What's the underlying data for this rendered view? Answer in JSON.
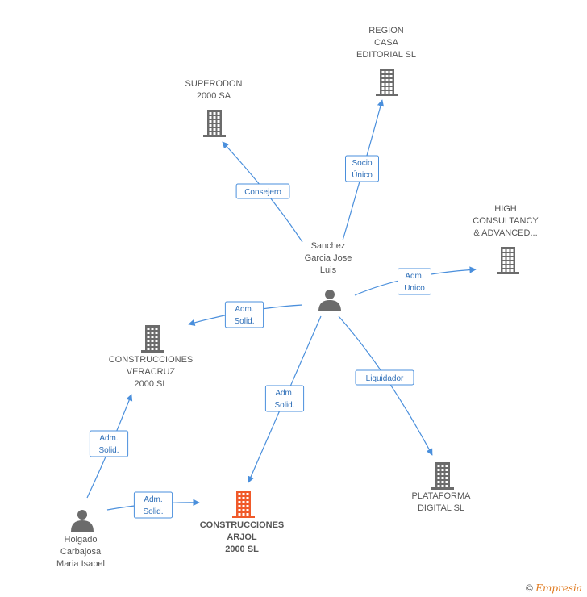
{
  "nodes": [
    {
      "id": "superodon",
      "kind": "company",
      "lines": [
        "SUPERODON",
        "2000 SA"
      ],
      "main": false
    },
    {
      "id": "region",
      "kind": "company",
      "lines": [
        "REGION",
        "CASA",
        "EDITORIAL SL"
      ],
      "main": false
    },
    {
      "id": "high",
      "kind": "company",
      "lines": [
        "HIGH",
        "CONSULTANCY",
        "& ADVANCED..."
      ],
      "main": false
    },
    {
      "id": "sanchez",
      "kind": "person",
      "lines": [
        "Sanchez",
        "Garcia Jose",
        "Luis"
      ],
      "main": false
    },
    {
      "id": "veracruz",
      "kind": "company",
      "lines": [
        "CONSTRUCCIONES",
        "VERACRUZ",
        "2000 SL"
      ],
      "main": false
    },
    {
      "id": "plataforma",
      "kind": "company",
      "lines": [
        "PLATAFORMA",
        "DIGITAL SL"
      ],
      "main": false
    },
    {
      "id": "arjol",
      "kind": "company",
      "lines": [
        "CONSTRUCCIONES",
        "ARJOL",
        "2000 SL"
      ],
      "main": true
    },
    {
      "id": "holgado",
      "kind": "person",
      "lines": [
        "Holgado",
        "Carbajosa",
        "Maria Isabel"
      ],
      "main": false
    }
  ],
  "edges": [
    {
      "from": "sanchez",
      "to": "superodon",
      "label": [
        "Consejero"
      ]
    },
    {
      "from": "sanchez",
      "to": "region",
      "label": [
        "Socio",
        "Único"
      ]
    },
    {
      "from": "sanchez",
      "to": "high",
      "label": [
        "Adm.",
        "Unico"
      ]
    },
    {
      "from": "sanchez",
      "to": "veracruz",
      "label": [
        "Adm.",
        "Solid."
      ]
    },
    {
      "from": "sanchez",
      "to": "arjol",
      "label": [
        "Adm.",
        "Solid."
      ]
    },
    {
      "from": "sanchez",
      "to": "plataforma",
      "label": [
        "Liquidador"
      ]
    },
    {
      "from": "holgado",
      "to": "veracruz",
      "label": [
        "Adm.",
        "Solid."
      ]
    },
    {
      "from": "holgado",
      "to": "arjol",
      "label": [
        "Adm.",
        "Solid."
      ]
    }
  ],
  "colors": {
    "edge": "#4a8fdc",
    "company": "#6b6b6b",
    "main_company": "#f05a2a",
    "person": "#6b6b6b"
  },
  "footer": {
    "copyright": "©",
    "brand": "Empresia"
  }
}
